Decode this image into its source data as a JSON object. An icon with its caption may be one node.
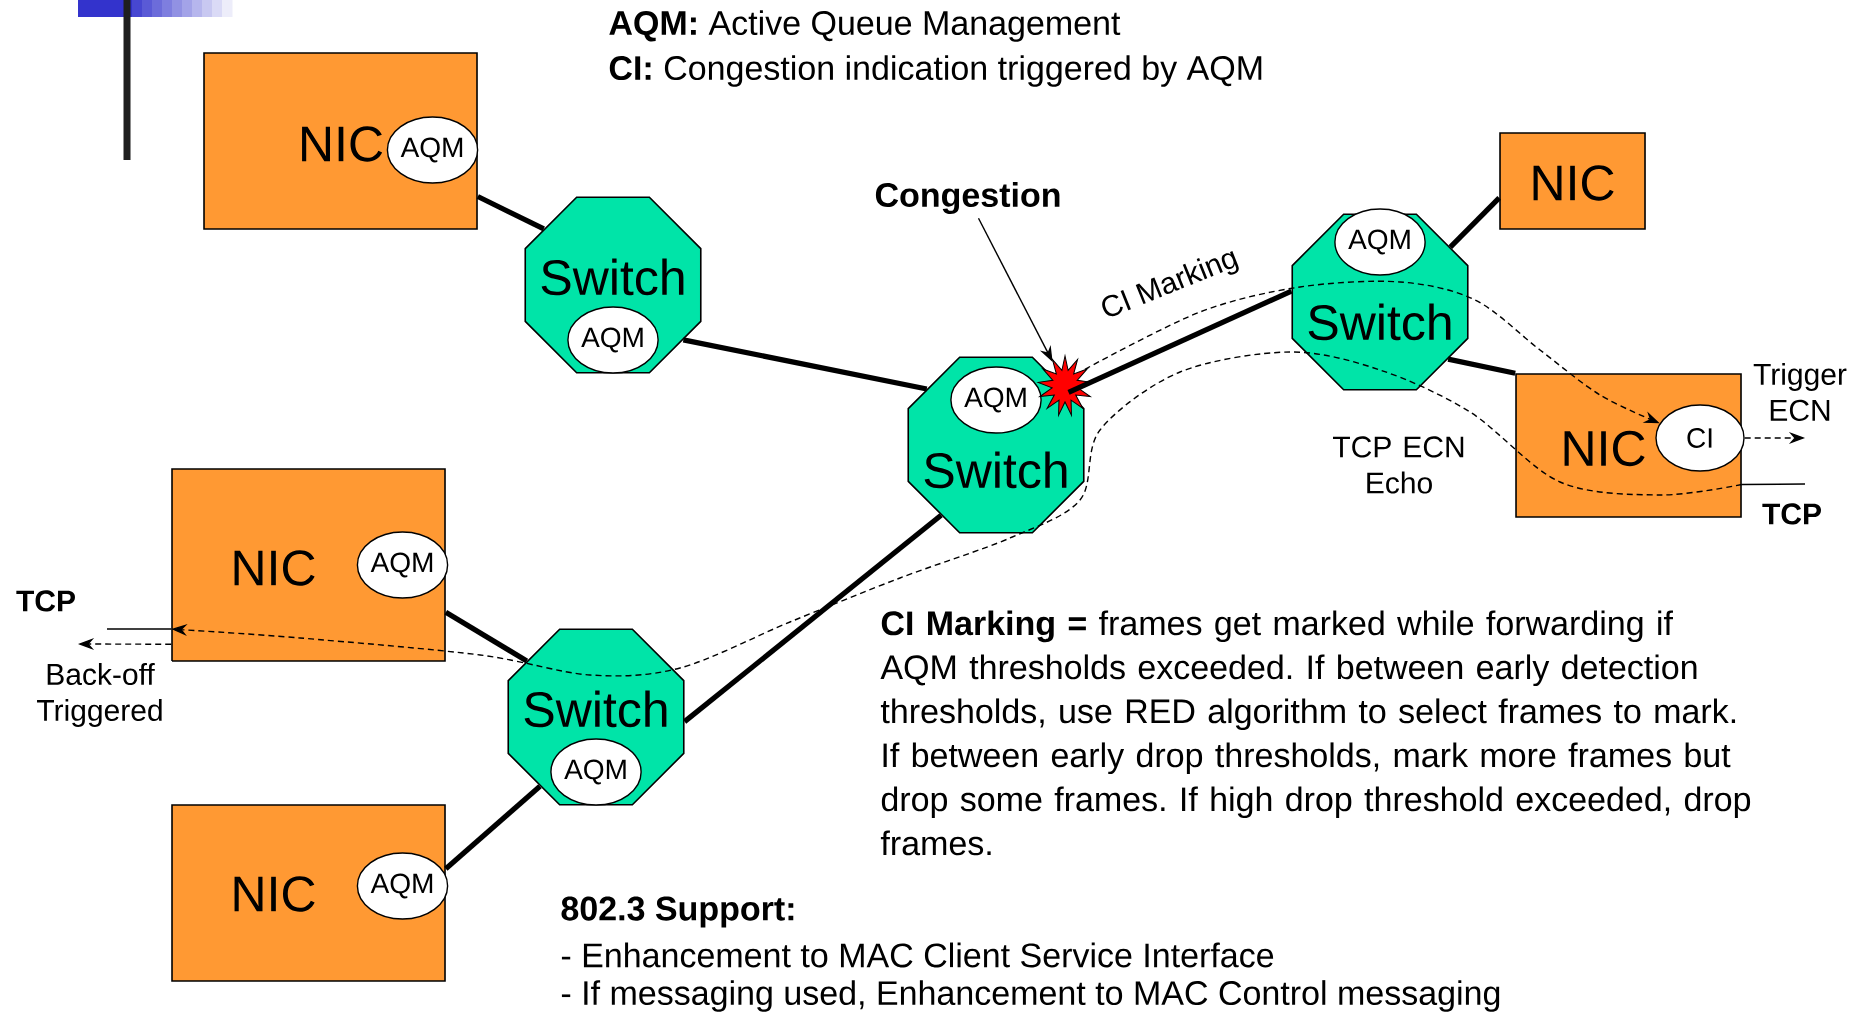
{
  "diagram": {
    "nodes": [
      {
        "text": [
          "NIC"
        ]
      },
      {
        "text": [
          "AQM"
        ],
        "in": 0
      },
      {
        "text": [
          "Switch"
        ]
      },
      {
        "text": [
          "AQM"
        ],
        "in": 2
      },
      {
        "text": [
          "Switch"
        ]
      },
      {
        "text": [
          "AQM"
        ],
        "in": 4
      },
      {
        "text": [
          "Switch"
        ]
      },
      {
        "text": [
          "AQM"
        ],
        "in": 6
      },
      {
        "text": [
          "NIC"
        ]
      },
      {
        "text": [
          "NIC"
        ]
      },
      {
        "text": [
          "CI"
        ],
        "in": 9
      },
      {
        "text": [
          "NIC"
        ]
      },
      {
        "text": [
          "AQM"
        ],
        "in": 11
      },
      {
        "text": [
          "Switch"
        ]
      },
      {
        "text": [
          "AQM"
        ],
        "in": 13
      },
      {
        "text": [
          "NIC"
        ]
      },
      {
        "text": [
          "AQM"
        ],
        "in": 15
      },
      {
        "text": [
          "Congestion"
        ]
      },
      {
        "text": [],
        "shape": "starburst"
      }
    ],
    "edges": [
      {
        "from": 0,
        "to": 2,
        "arrow": "none"
      },
      {
        "from": 2,
        "to": 4,
        "arrow": "none"
      },
      {
        "from": 4,
        "to": 6,
        "arrow": "none"
      },
      {
        "from": 6,
        "to": 8,
        "arrow": "none"
      },
      {
        "from": 6,
        "to": 9,
        "arrow": "none"
      },
      {
        "from": 11,
        "to": 13,
        "arrow": "none"
      },
      {
        "from": 13,
        "to": 15,
        "arrow": "none"
      },
      {
        "from": 13,
        "to": 4,
        "arrow": "none"
      },
      {
        "from": 17,
        "to": 18,
        "arrow": "to"
      },
      {
        "from": 18,
        "to": 10,
        "arrow": "to",
        "style": "dashed",
        "label": "CI Marking"
      },
      {
        "from": 9,
        "to": 11,
        "arrow": "to",
        "style": "dashed",
        "label": "TCP ECN Echo"
      },
      {
        "from": 10,
        "to": null,
        "arrow": "to",
        "style": "dashed",
        "label": "Trigger ECN"
      },
      {
        "from": 9,
        "to": null,
        "arrow": "none",
        "label": "TCP"
      },
      {
        "from": 11,
        "to": null,
        "arrow": "none",
        "label": "TCP"
      },
      {
        "from": 11,
        "to": null,
        "arrow": "to",
        "style": "dashed",
        "label": "Back-off Triggered"
      }
    ],
    "labels": [
      "**AQM:** Active Queue Management",
      "**CI:** Congestion indication triggered by AQM",
      "**CI Marking =** frames get marked while forwarding if AQM thresholds exceeded. If between early detection thresholds, use RED algorithm to select frames to mark. If between early drop thresholds, mark more frames but drop some frames. If high drop threshold exceeded, drop frames.",
      "802.3 Support:",
      "- Enhancement to MAC Client Service Interface",
      "- If messaging used, Enhancement to MAC Control messaging"
    ]
  }
}
